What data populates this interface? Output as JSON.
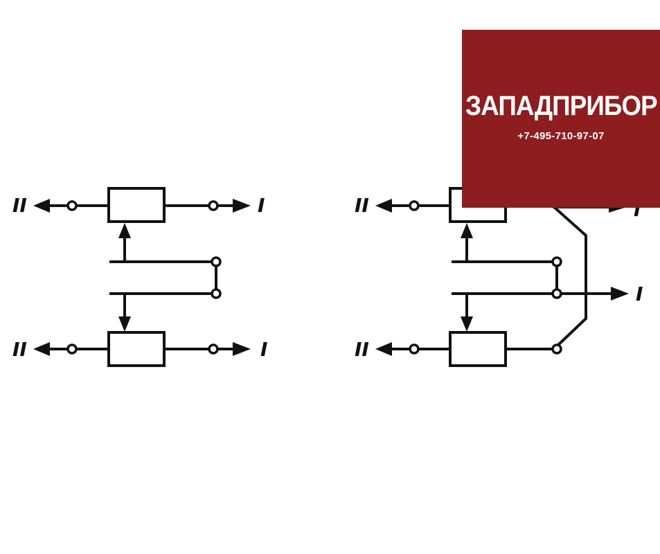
{
  "labels": {
    "port_two": "II",
    "port_one": "I"
  },
  "brand": {
    "name": "ЗАПАДПРИБОР",
    "phone": "+7-495-710-97-07",
    "background_color": "#8d1d1f"
  }
}
